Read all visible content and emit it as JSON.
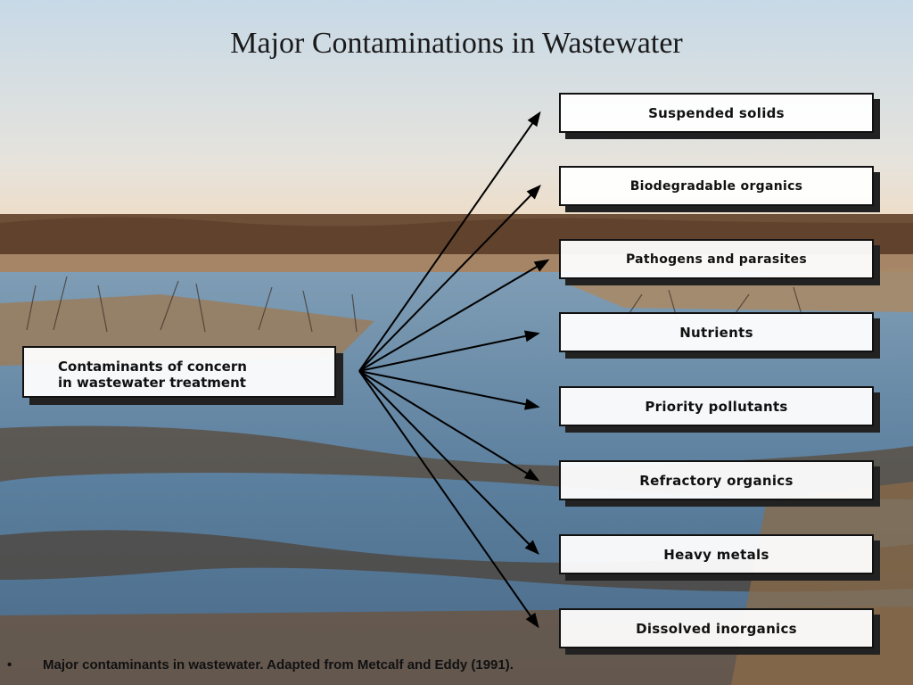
{
  "slide": {
    "title": "Major Contaminations in Wastewater",
    "source_box": [
      "Contaminants of concern",
      "in wastewater treatment"
    ],
    "targets": [
      "Suspended solids",
      "Biodegradable organics",
      "Pathogens and parasites",
      "Nutrients",
      "Priority pollutants",
      "Refractory organics",
      "Heavy metals",
      "Dissolved inorganics"
    ],
    "caption_bullet": "•",
    "caption": "Major contaminants in wastewater. Adapted from Metcalf and Eddy (1991)."
  },
  "background": {
    "sky_top": "#c9dbe8",
    "sky_horizon": "#efe2cf",
    "treeline": "#6b4a33",
    "water": "#5f86a5",
    "mud": "#5a4a3a",
    "grass": "#9c7a52"
  }
}
